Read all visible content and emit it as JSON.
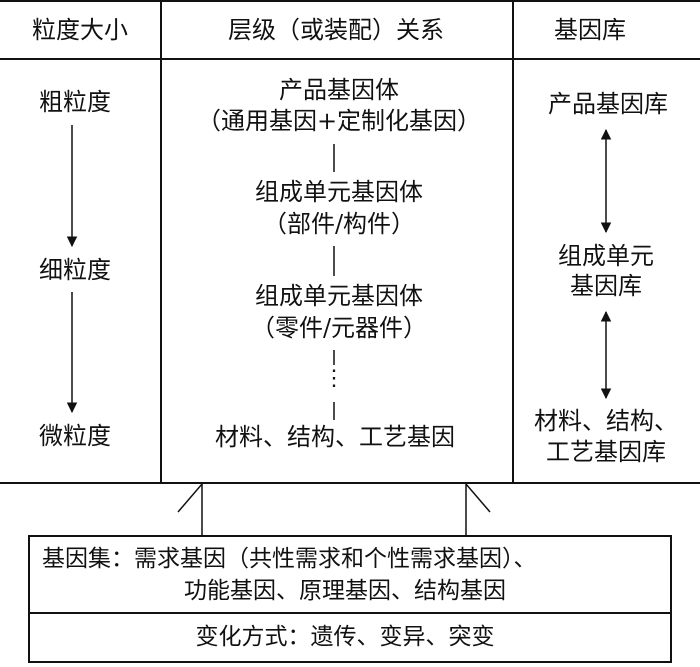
{
  "header": {
    "granularity": "粒度大小",
    "hierarchy": "层级（或装配）关系",
    "library": "基因库"
  },
  "granularity": {
    "coarse": "粗粒度",
    "fine": "细粒度",
    "micro": "微粒度"
  },
  "hierarchy": {
    "product_title": "产品基因体",
    "product_sub": "（通用基因+定制化基因）",
    "unit1_title": "组成单元基因体",
    "unit1_sub": "（部件/构件）",
    "unit2_title": "组成单元基因体",
    "unit2_sub": "（零件/元器件）",
    "ellipsis": "⋮",
    "base": "材料、结构、工艺基因"
  },
  "library": {
    "product_lib": "产品基因库",
    "unit_lib_line1": "组成单元",
    "unit_lib_line2": "基因库",
    "base_lib_line1": "材料、结构、",
    "base_lib_line2": "工艺基因库"
  },
  "gene_set": {
    "line1": "基因集：需求基因（共性需求和个性需求基因）、",
    "line2": "功能基因、原理基因、结构基因"
  },
  "variation": {
    "text": "变化方式：遗传、变异、突变"
  }
}
